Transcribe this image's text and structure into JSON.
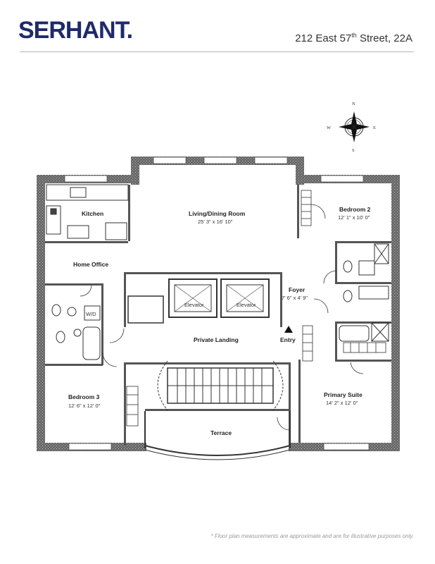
{
  "header": {
    "logo": "SERHANT.",
    "address_main": "212 East 57",
    "address_sup": "th",
    "address_tail": " Street, 22A"
  },
  "compass": {
    "n": "N",
    "s": "S",
    "e": "E",
    "w": "W"
  },
  "rooms": {
    "kitchen": {
      "label": "Kitchen"
    },
    "living": {
      "label": "Living/Dining Room",
      "dim": "25' 3\" x 16' 10\""
    },
    "bedroom2": {
      "label": "Bedroom 2",
      "dim": "12' 1\" x 10' 0\""
    },
    "home_office": {
      "label": "Home Office"
    },
    "foyer": {
      "label": "Foyer",
      "dim": "7' 6\" x 4' 9\""
    },
    "elevator_left": {
      "label": "Elevator"
    },
    "elevator_right": {
      "label": "Elevator"
    },
    "washer_dryer": {
      "label": "W/D"
    },
    "private_landing": {
      "label": "Private Landing"
    },
    "entry": {
      "label": "Entry"
    },
    "bedroom3": {
      "label": "Bedroom 3",
      "dim": "12' 6\" x 12' 0\""
    },
    "primary_suite": {
      "label": "Primary Suite",
      "dim": "14' 2\" x 12' 0\""
    },
    "terrace": {
      "label": "Terrace"
    }
  },
  "footnote": "* Floor plan measurements are approximate and are for illustrative purposes only.",
  "colors": {
    "brand": "#1f2a6b",
    "wall": "#555555"
  }
}
